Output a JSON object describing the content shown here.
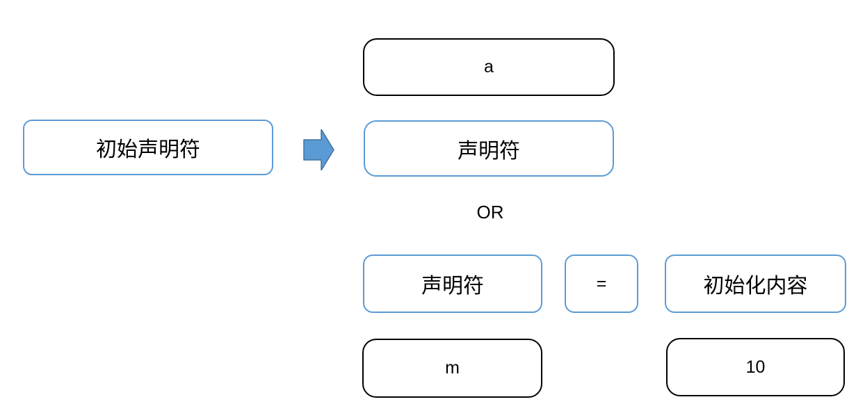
{
  "diagram": {
    "nodes": {
      "example_top": {
        "label": "a"
      },
      "init_declarator": {
        "label": "初始声明符"
      },
      "declarator": {
        "label": "声明符"
      },
      "or": {
        "label": "OR"
      },
      "declarator2": {
        "label": "声明符"
      },
      "equals": {
        "label": "="
      },
      "initializer": {
        "label": "初始化内容"
      },
      "example_m": {
        "label": "m"
      },
      "example_ten": {
        "label": "10"
      }
    },
    "icons": {
      "arrow": "right-block-arrow"
    }
  },
  "colors": {
    "blue_border": "#5B9BD5",
    "arrow_fill": "#5B9BD5",
    "arrow_stroke": "#41719C",
    "black_border": "#000000"
  }
}
